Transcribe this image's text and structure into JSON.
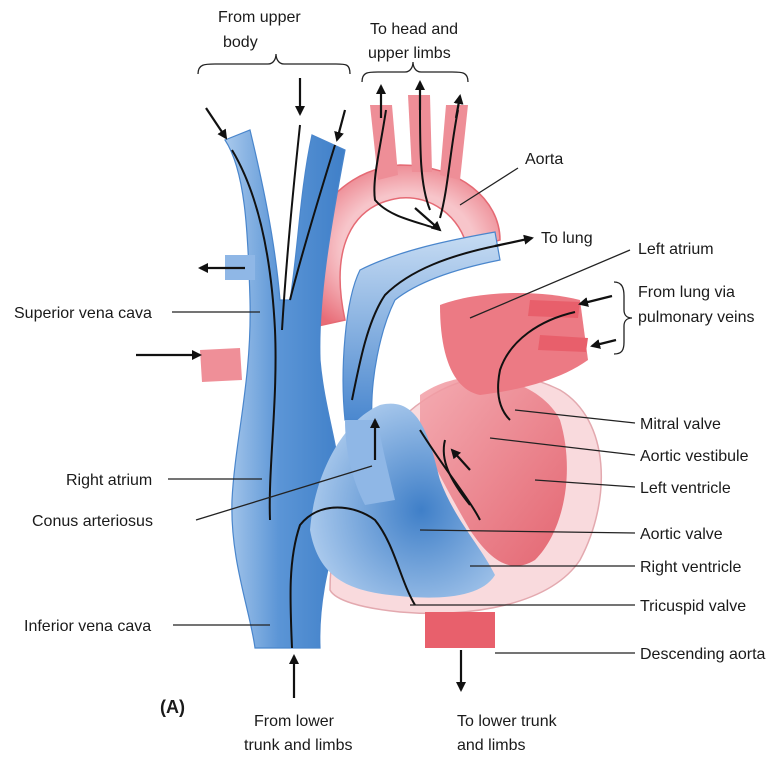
{
  "figure_label": "(A)",
  "colors": {
    "venous_blue": "#5b95d6",
    "venous_light": "#bcd6f0",
    "arterial_red": "#e8606c",
    "arterial_light": "#f6c7cc",
    "ventricle_pink": "#f9dadd"
  },
  "labels": {
    "from_upper_body": [
      "From upper",
      "body"
    ],
    "to_head_upper_limbs": [
      "To head and",
      "upper limbs"
    ],
    "aorta": "Aorta",
    "to_lung": "To lung",
    "left_atrium": "Left atrium",
    "from_lung_via_pulmonary_veins": [
      "From lung via",
      "pulmonary veins"
    ],
    "superior_vena_cava": "Superior vena cava",
    "mitral_valve": "Mitral valve",
    "aortic_vestibule": "Aortic vestibule",
    "right_atrium": "Right atrium",
    "left_ventricle": "Left ventricle",
    "conus_arteriosus": "Conus arteriosus",
    "aortic_valve": "Aortic valve",
    "right_ventricle": "Right ventricle",
    "tricuspid_valve": "Tricuspid valve",
    "inferior_vena_cava": "Inferior vena cava",
    "descending_aorta": "Descending aorta",
    "from_lower_trunk_limbs": [
      "From lower",
      "trunk and limbs"
    ],
    "to_lower_trunk_limbs": [
      "To lower trunk",
      "and limbs"
    ]
  }
}
